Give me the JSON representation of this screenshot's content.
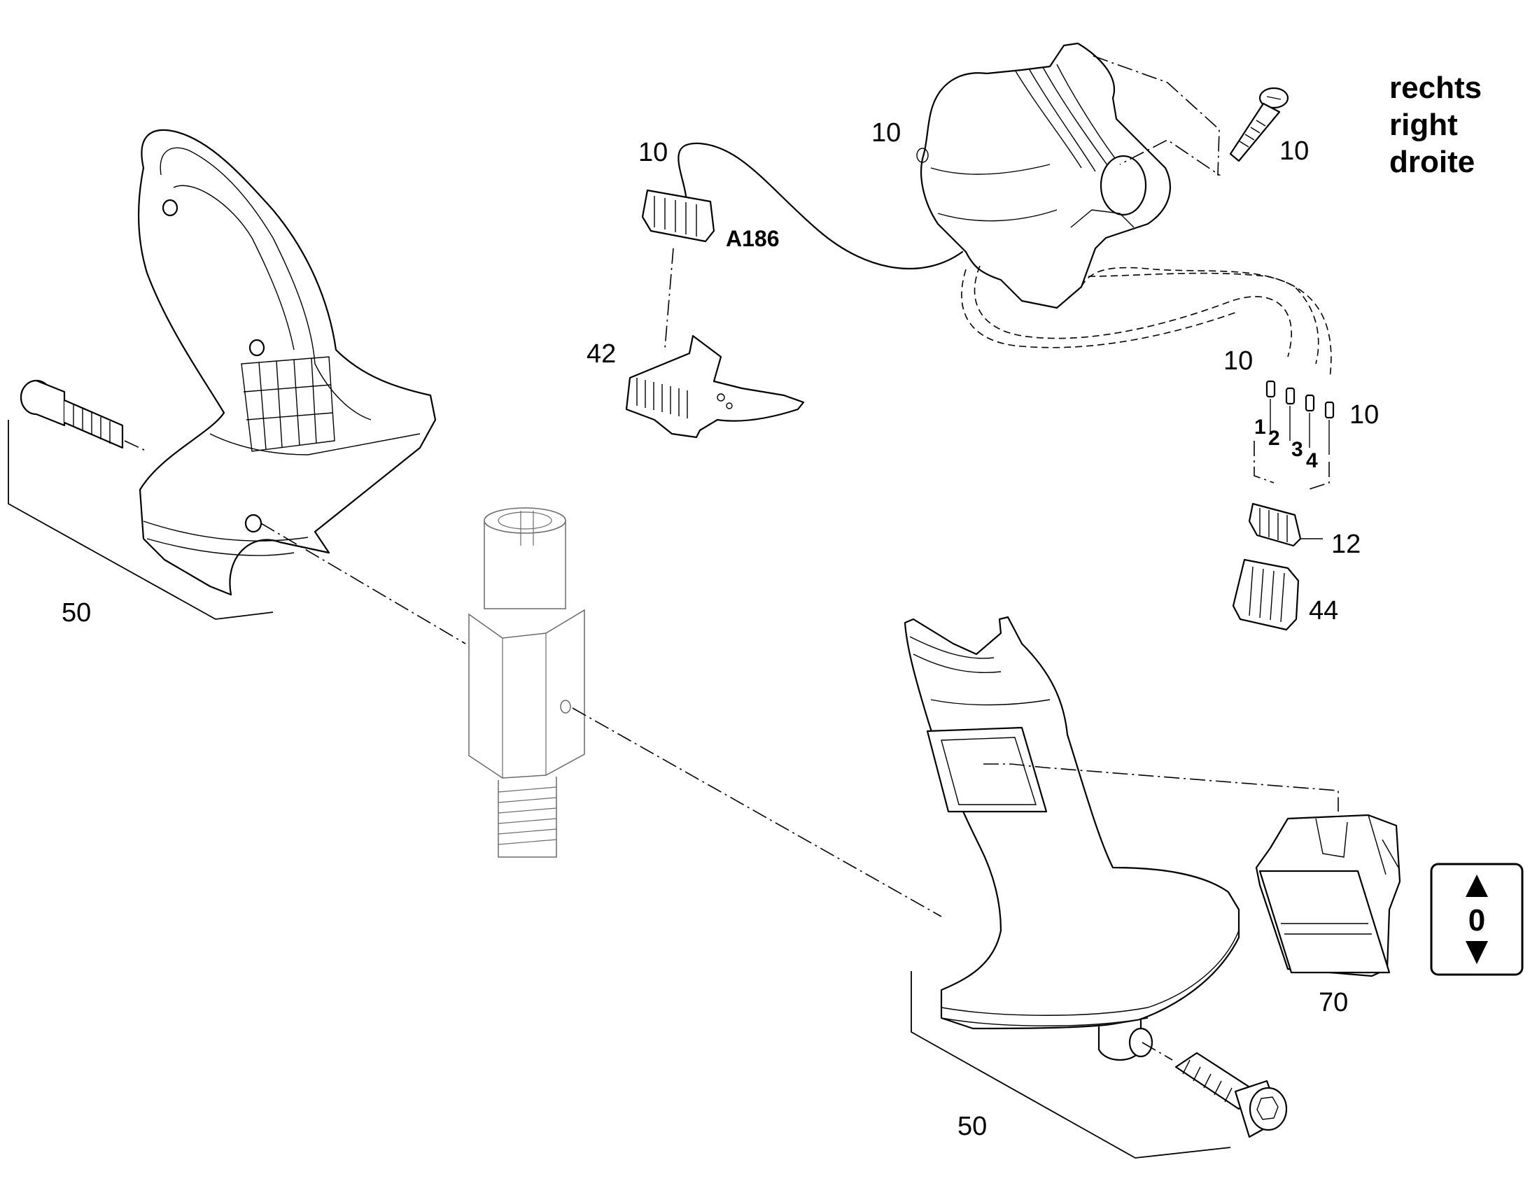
{
  "orientation_labels": [
    "rechts",
    "right",
    "droite"
  ],
  "callouts": {
    "switch_housing": "10",
    "screw_top": "10",
    "connector_left": "10",
    "connector_code": "A186",
    "clip_42": "42",
    "wires_left": "10",
    "wires_right": "10",
    "connector_12": "12",
    "cover_44": "44",
    "handle_left": "50",
    "handle_right": "50",
    "rocker_switch": "70"
  },
  "wire_pins": [
    "1",
    "2",
    "3",
    "4"
  ],
  "switch_symbol": {
    "on_icon": "up-triangle-icon",
    "off_icon": "down-triangle-icon",
    "label": "0"
  }
}
